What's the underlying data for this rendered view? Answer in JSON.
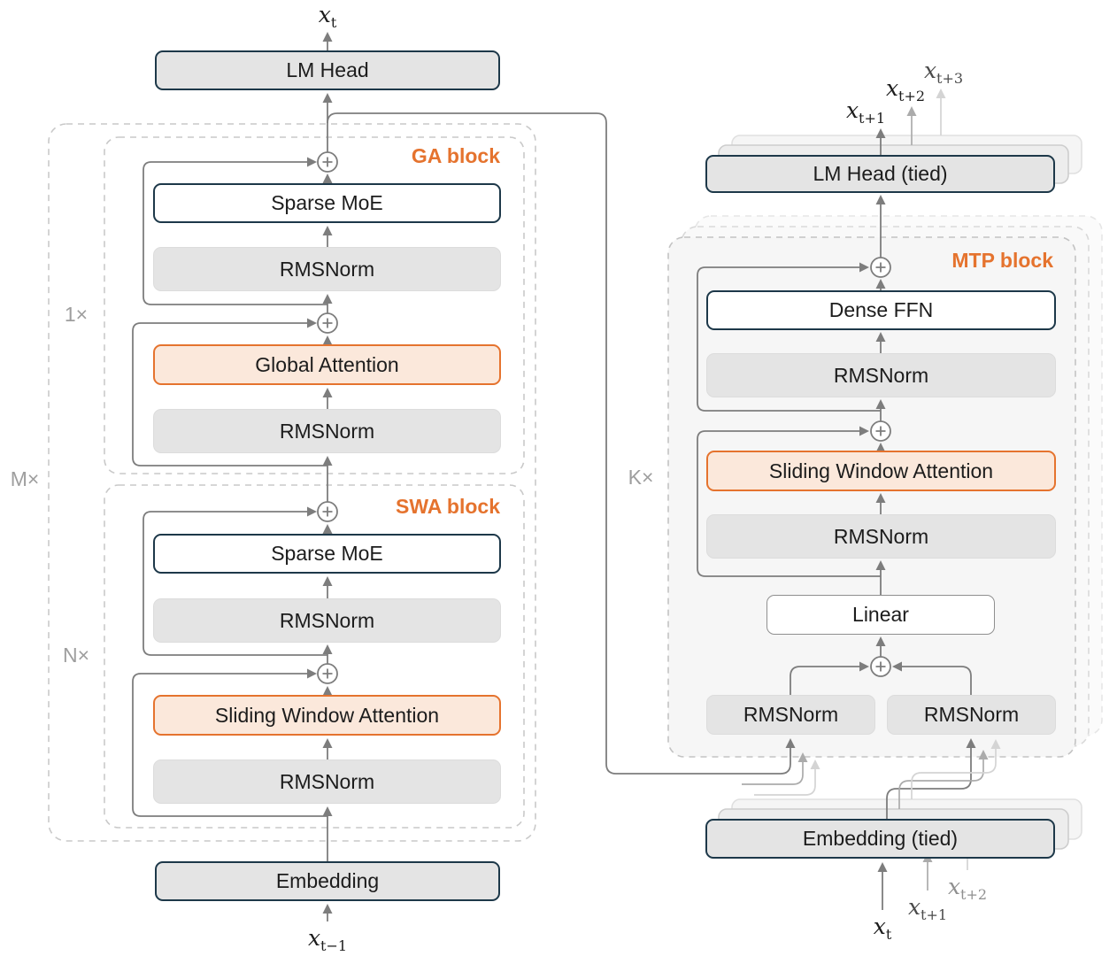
{
  "colors": {
    "accent_orange": "#e5732e",
    "orange_fill": "#fbe8db",
    "dark_border": "#1d3849",
    "gray_fill": "#e4e4e4",
    "wire_gray": "#7d7d7d",
    "dashed_outline": "#c9c9c9"
  },
  "main_model": {
    "output_token": {
      "base": "x",
      "sub": "t"
    },
    "lm_head_label": "LM Head",
    "outer_repeat_label": "M×",
    "ga_block": {
      "title": "GA block",
      "repeat_label": "1×",
      "sparse_moe_label": "Sparse MoE",
      "rmsnorm_upper_label": "RMSNorm",
      "attention_label": "Global Attention",
      "rmsnorm_lower_label": "RMSNorm"
    },
    "swa_block": {
      "title": "SWA block",
      "repeat_label": "N×",
      "sparse_moe_label": "Sparse MoE",
      "rmsnorm_upper_label": "RMSNorm",
      "attention_label": "Sliding Window Attention",
      "rmsnorm_lower_label": "RMSNorm"
    },
    "embedding_label": "Embedding",
    "input_token": {
      "base": "x",
      "sub": "t−1"
    }
  },
  "mtp_model": {
    "output_tokens": [
      {
        "base": "x",
        "sub": "t+1"
      },
      {
        "base": "x",
        "sub": "t+2"
      },
      {
        "base": "x",
        "sub": "t+3"
      }
    ],
    "lm_head_label": "LM Head (tied)",
    "mtp_block": {
      "title": "MTP block",
      "repeat_label": "K×",
      "dense_ffn_label": "Dense FFN",
      "rmsnorm_upper_label": "RMSNorm",
      "attention_label": "Sliding Window Attention",
      "rmsnorm_mid_label": "RMSNorm",
      "linear_label": "Linear",
      "rmsnorm_left_label": "RMSNorm",
      "rmsnorm_right_label": "RMSNorm"
    },
    "embedding_label": "Embedding (tied)",
    "input_tokens": [
      {
        "base": "x",
        "sub": "t"
      },
      {
        "base": "x",
        "sub": "t+1"
      },
      {
        "base": "x",
        "sub": "t+2"
      }
    ]
  }
}
